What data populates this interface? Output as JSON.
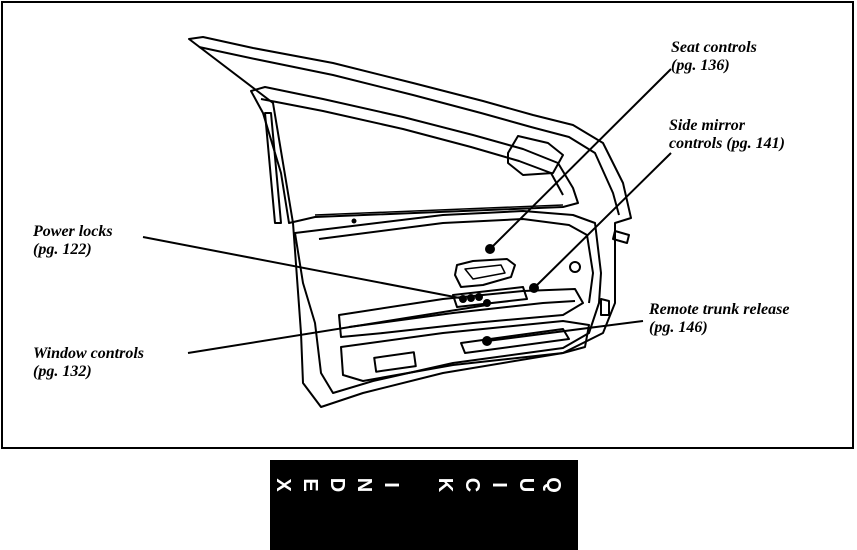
{
  "labels": {
    "seat": {
      "line1": "Seat controls",
      "line2": "(pg. 136)"
    },
    "mirror": {
      "line1": "Side mirror",
      "line2": "controls (pg. 141)"
    },
    "locks": {
      "line1": "Power locks",
      "line2": "(pg. 122)"
    },
    "window": {
      "line1": "Window controls",
      "line2": "(pg. 132)"
    },
    "trunk": {
      "line1": "Remote trunk release",
      "line2": "(pg. 146)"
    }
  },
  "quick_index": {
    "letters": [
      "Q",
      "U",
      "I",
      "C",
      "K",
      "I",
      "N",
      "D",
      "E",
      "X"
    ]
  },
  "colors": {
    "ink": "#000000",
    "paper": "#ffffff",
    "tab": "#000000"
  }
}
